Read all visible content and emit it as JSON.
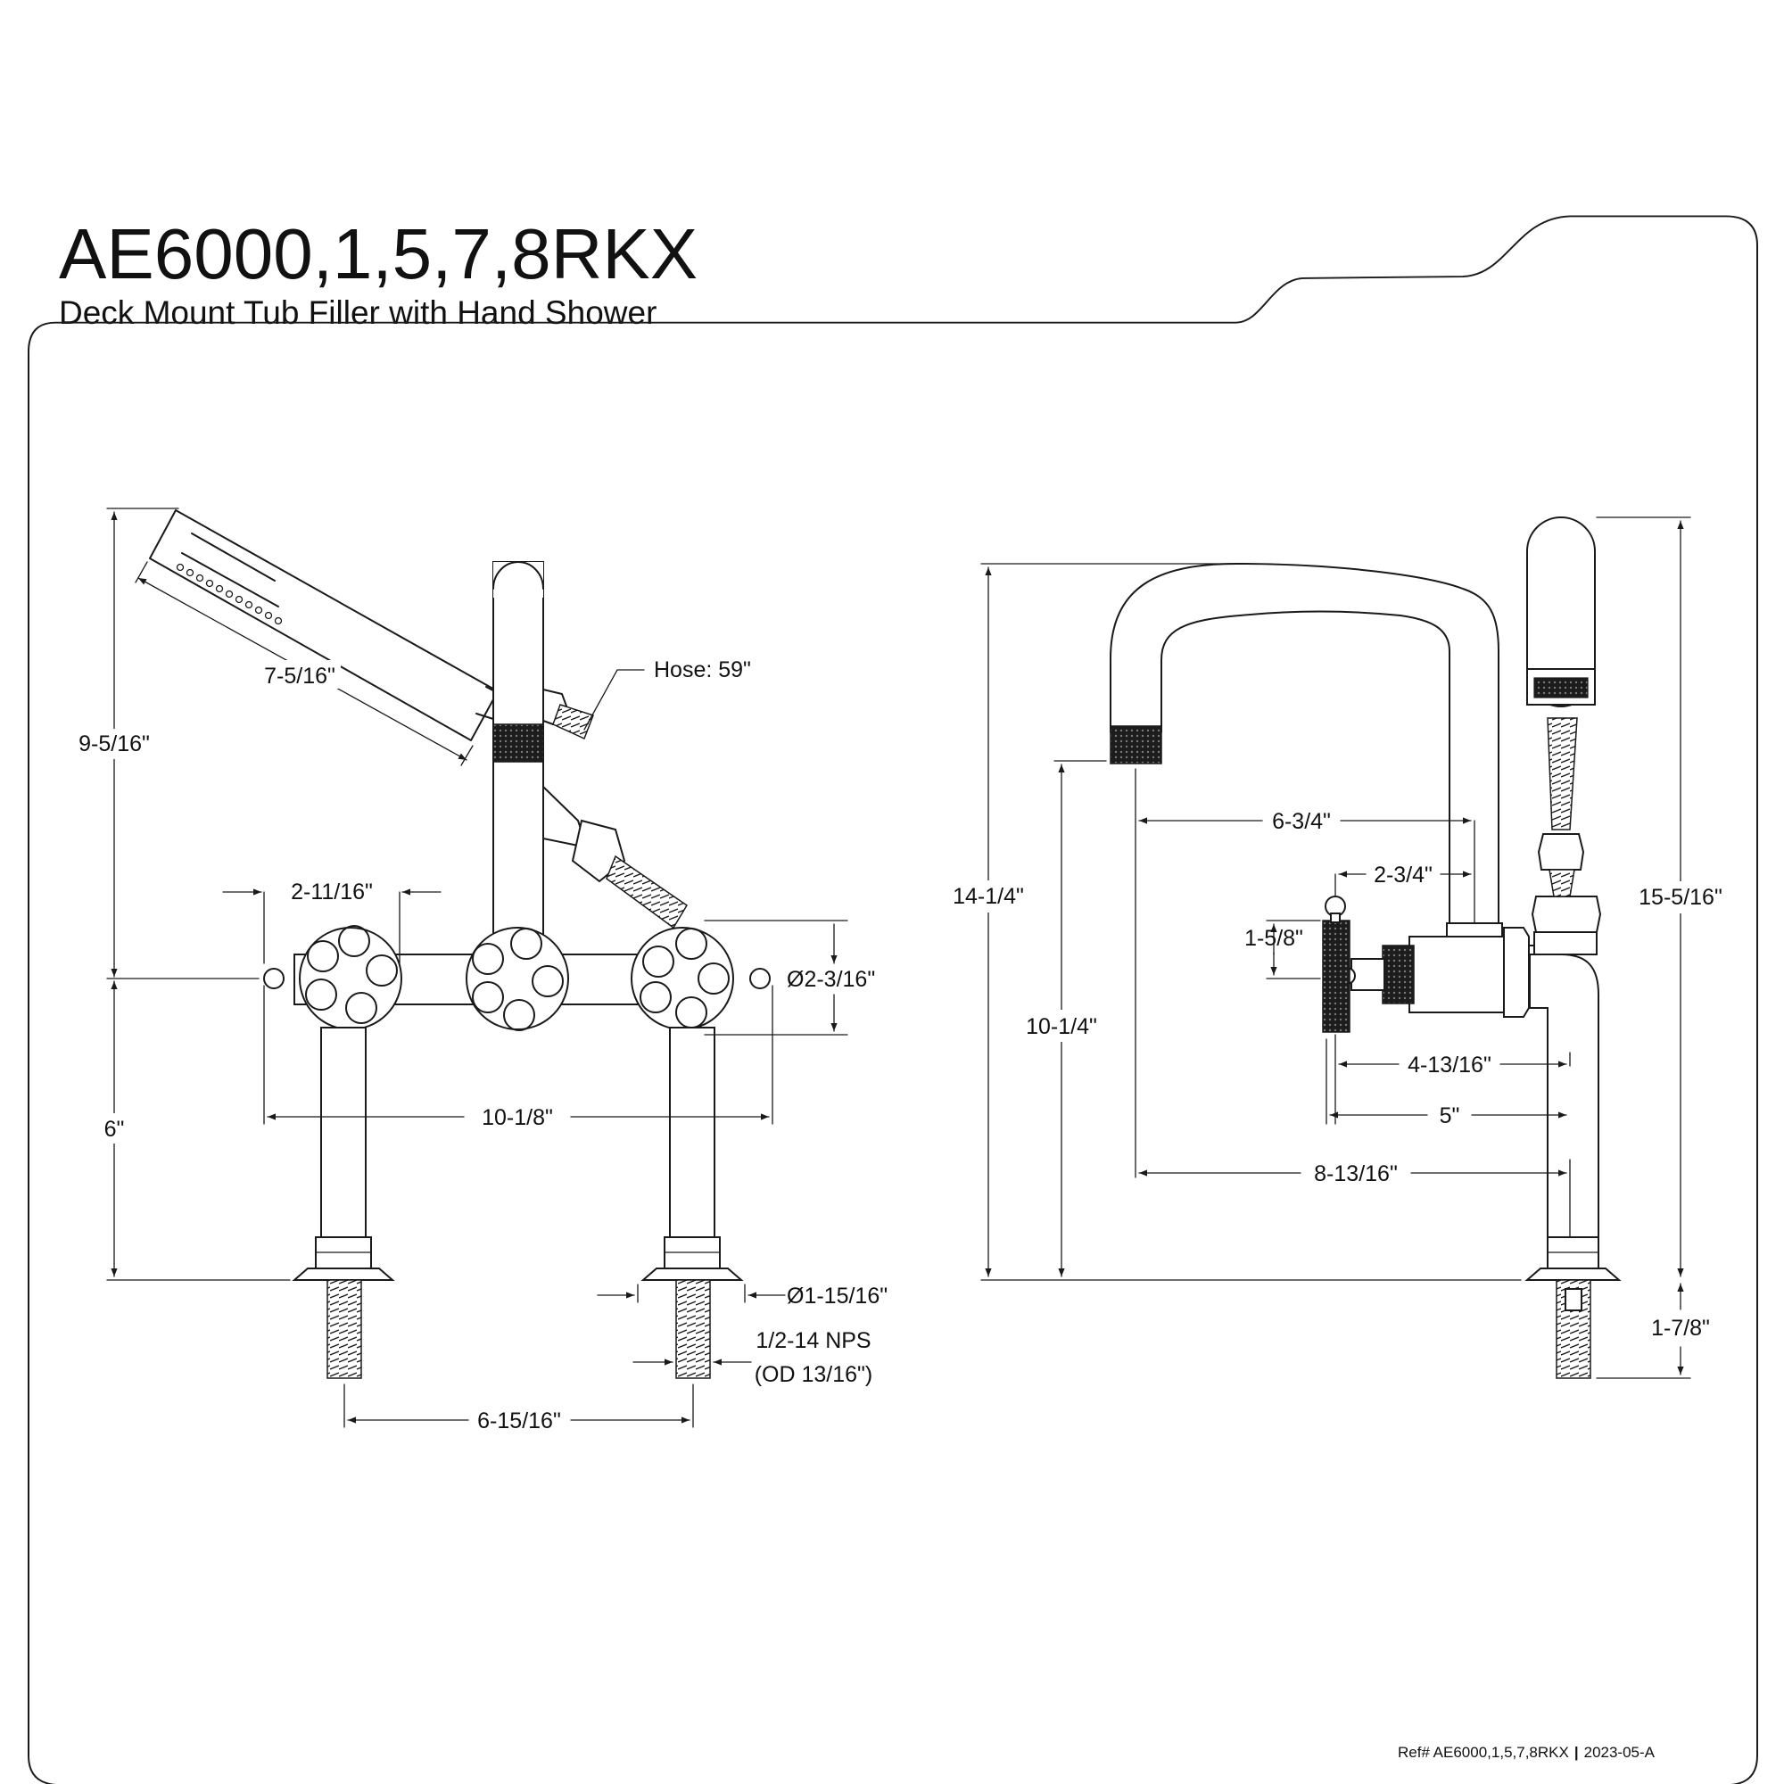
{
  "header": {
    "title": "AE6000,1,5,7,8RKX",
    "subtitle": "Deck Mount Tub Filler with Hand Shower"
  },
  "front_view": {
    "handshower_length": "7-5/16\"",
    "hose_label": "Hose: 59\"",
    "overall_upper_height": "9-5/16\"",
    "handle_width": "2-11/16\"",
    "handle_diameter": "Ø2-3/16\"",
    "valve_width": "10-1/8\"",
    "lower_height": "6\"",
    "shank_diameter": "Ø1-15/16\"",
    "thread_spec": "1/2-14 NPS",
    "thread_od": "(OD 13/16\")",
    "centers": "6-15/16\""
  },
  "side_view": {
    "spout_reach": "6-3/4\"",
    "valve_to_spout": "2-3/4\"",
    "handle_height": "1-5/8\"",
    "overall_height": "14-1/4\"",
    "spout_height": "10-1/4\"",
    "shower_height": "15-5/16\"",
    "handle_reach": "4-13/16\"",
    "handle_to_riser": "5\"",
    "spout_to_riser": "8-13/16\"",
    "shank_length": "1-7/8\""
  },
  "footer": {
    "ref": "Ref# AE6000,1,5,7,8RKX",
    "separator": "|",
    "revision": "2023-05-A"
  }
}
